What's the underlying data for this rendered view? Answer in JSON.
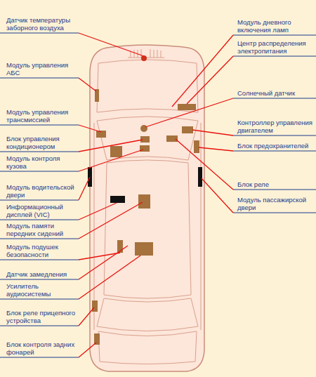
{
  "diagram": {
    "labels": [
      "Датчик температуры заборного воздуха",
      "Модуль управления АБС",
      "Модуль управления трансмиссией",
      "Блок управления кондиционером",
      "Модуль контроля кузова",
      "Модуль водительской двери",
      "Информационный дисплей (VIC)",
      "Модуль памяти передних сидений",
      "Модуль подушек безопасности",
      "Датчик замедления",
      "Усилитель аудиосистемы",
      "Блок реле прицепного устройства",
      "Блок контроля задних фонарей",
      "Модуль дневного включения ламп",
      "Центр распределения электропитания",
      "Солнечный датчик",
      "Контроллер управления двигателем",
      "Блок предохранителей",
      "Блок реле",
      "Модуль пассажирской двери"
    ]
  }
}
